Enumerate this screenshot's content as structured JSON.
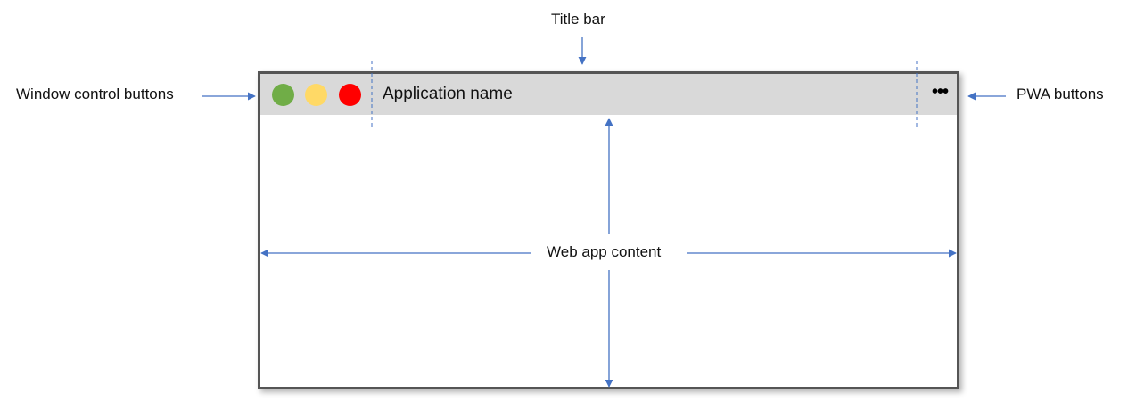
{
  "labels": {
    "title_bar": "Title bar",
    "window_control_buttons": "Window control buttons",
    "pwa_buttons": "PWA buttons",
    "web_app_content": "Web app content"
  },
  "window": {
    "app_name": "Application name",
    "pwa_button_glyph": "•••",
    "control_buttons": [
      {
        "name": "green",
        "color": "#70ad47"
      },
      {
        "name": "yellow",
        "color": "#ffd966"
      },
      {
        "name": "red",
        "color": "#ff0000"
      }
    ],
    "titlebar_color": "#d9d9d9",
    "frame_color": "#555555"
  },
  "colors": {
    "arrow": "#4472c4"
  }
}
